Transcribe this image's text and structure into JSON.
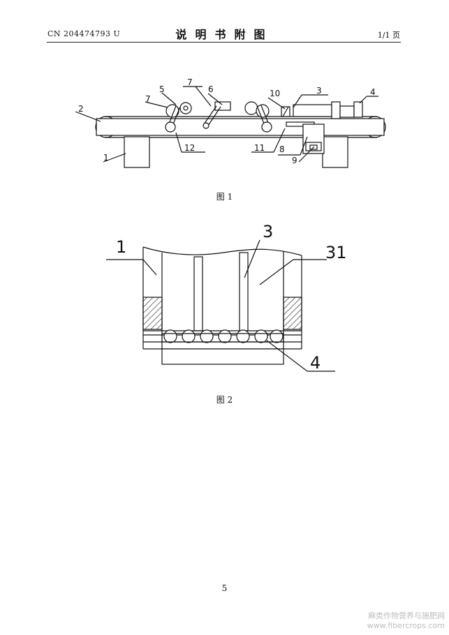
{
  "header": {
    "patent_number": "CN 204474793 U",
    "title": "说明书附图",
    "page": "1/1 页"
  },
  "figure1": {
    "caption": "图 1",
    "labels": [
      "1",
      "2",
      "3",
      "4",
      "5",
      "6",
      "7",
      "7",
      "8",
      "9",
      "10",
      "11",
      "12"
    ]
  },
  "figure2": {
    "caption": "图 2",
    "labels": [
      "1",
      "3",
      "31",
      "4"
    ]
  },
  "footer": {
    "page_number": "5"
  },
  "watermark": {
    "line1": "麻类作物营养与施肥网",
    "line2": "www.fibercrops.com"
  }
}
